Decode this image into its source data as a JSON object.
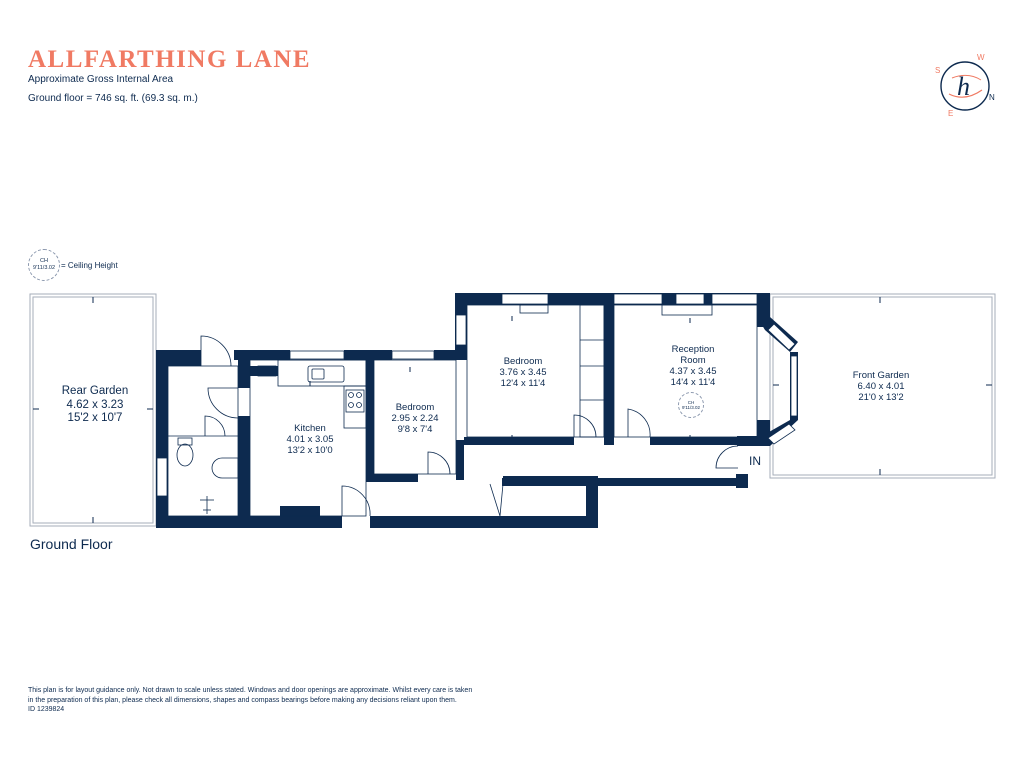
{
  "header": {
    "title": "ALLFARTHING LANE",
    "subtitle": "Approximate Gross Internal Area",
    "area": "Ground floor = 746 sq. ft. (69.3 sq. m.)"
  },
  "legend": {
    "ch_abbr": "CH",
    "ch_value": "9'11/3.02",
    "label": "= Ceiling Height"
  },
  "compass": {
    "w": "W",
    "s": "S",
    "n": "N",
    "e": "E",
    "logo": "h"
  },
  "rooms": {
    "rear_garden": {
      "name": "Rear Garden",
      "metric": "4.62 x 3.23",
      "imperial": "15'2 x 10'7"
    },
    "kitchen": {
      "name": "Kitchen",
      "metric": "4.01 x 3.05",
      "imperial": "13'2 x 10'0"
    },
    "bedroom_small": {
      "name": "Bedroom",
      "metric": "2.95 x 2.24",
      "imperial": "9'8 x 7'4"
    },
    "bedroom_large": {
      "name": "Bedroom",
      "metric": "3.76 x 3.45",
      "imperial": "12'4 x 11'4"
    },
    "reception": {
      "name1": "Reception",
      "name2": "Room",
      "metric": "4.37 x 3.45",
      "imperial": "14'4 x 11'4"
    },
    "front_garden": {
      "name": "Front Garden",
      "metric": "6.40 x 4.01",
      "imperial": "21'0 x 13'2"
    }
  },
  "reception_ch": {
    "abbr": "CH",
    "value": "9'11/3.02"
  },
  "entrance": "IN",
  "floor_label": "Ground Floor",
  "disclaimer": {
    "line1": "This plan is for layout guidance only. Not drawn to scale unless stated. Windows and door openings are approximate. Whilst every care is taken",
    "line2": "in the preparation of this plan, please check all dimensions, shapes and compass bearings before making any decisions reliant upon them.",
    "line3": "ID 1239824"
  },
  "colors": {
    "wall": "#0d2a4f",
    "accent": "#f07a63",
    "garden_outline": "#a6adba"
  }
}
